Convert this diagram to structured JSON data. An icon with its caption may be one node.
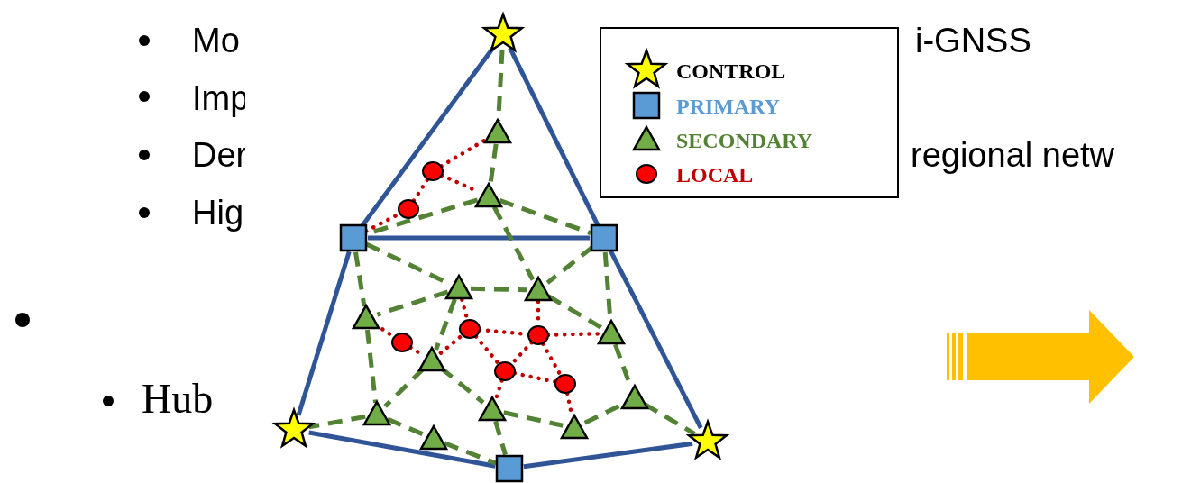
{
  "diagram": {
    "nodes": [
      {
        "text": [],
        "shape": "star"
      },
      {
        "text": [],
        "shape": "triangle"
      },
      {
        "text": [],
        "shape": "circle"
      },
      {
        "text": [],
        "shape": "triangle"
      },
      {
        "text": [],
        "shape": "circle"
      },
      {
        "text": [],
        "shape": "box"
      },
      {
        "text": [],
        "shape": "box"
      },
      {
        "text": [],
        "shape": "triangle"
      },
      {
        "text": [],
        "shape": "triangle"
      },
      {
        "text": [],
        "shape": "triangle"
      },
      {
        "text": [],
        "shape": "circle"
      },
      {
        "text": [],
        "shape": "triangle"
      },
      {
        "text": [],
        "shape": "circle"
      },
      {
        "text": [],
        "shape": "circle"
      },
      {
        "text": [],
        "shape": "triangle"
      },
      {
        "text": [],
        "shape": "circle"
      },
      {
        "text": [],
        "shape": "circle"
      },
      {
        "text": [],
        "shape": "triangle"
      },
      {
        "text": [],
        "shape": "triangle"
      },
      {
        "text": [],
        "shape": "triangle"
      },
      {
        "text": [],
        "shape": "triangle"
      },
      {
        "text": [],
        "shape": "star"
      },
      {
        "text": [],
        "shape": "triangle"
      },
      {
        "text": [],
        "shape": "star"
      },
      {
        "text": [],
        "shape": "box"
      }
    ],
    "edges": [
      {
        "from": 0,
        "to": 5,
        "arrow": "none",
        "color": "#2f5597"
      },
      {
        "from": 0,
        "to": 6,
        "arrow": "none",
        "color": "#2f5597"
      },
      {
        "from": 5,
        "to": 6,
        "arrow": "none",
        "color": "#2f5597"
      },
      {
        "from": 5,
        "to": 21,
        "arrow": "none",
        "color": "#2f5597"
      },
      {
        "from": 6,
        "to": 23,
        "arrow": "none",
        "color": "#2f5597"
      },
      {
        "from": 21,
        "to": 24,
        "arrow": "none",
        "color": "#2f5597"
      },
      {
        "from": 24,
        "to": 23,
        "arrow": "none",
        "color": "#2f5597"
      },
      {
        "from": 0,
        "to": 1,
        "arrow": "none",
        "style": "dashed"
      },
      {
        "from": 1,
        "to": 3,
        "arrow": "none",
        "style": "dashed"
      },
      {
        "from": 3,
        "to": 5,
        "arrow": "none",
        "style": "dashed"
      },
      {
        "from": 3,
        "to": 6,
        "arrow": "none",
        "style": "dashed"
      },
      {
        "from": 3,
        "to": 8,
        "arrow": "none",
        "style": "dashed"
      },
      {
        "from": 5,
        "to": 7,
        "arrow": "none",
        "style": "dashed"
      },
      {
        "from": 5,
        "to": 9,
        "arrow": "none",
        "style": "dashed"
      },
      {
        "from": 6,
        "to": 8,
        "arrow": "none",
        "style": "dashed"
      },
      {
        "from": 6,
        "to": 11,
        "arrow": "none",
        "style": "dashed"
      },
      {
        "from": 7,
        "to": 8,
        "arrow": "none",
        "style": "dashed"
      },
      {
        "from": 7,
        "to": 9,
        "arrow": "none",
        "style": "dashed"
      },
      {
        "from": 7,
        "to": 14,
        "arrow": "none",
        "style": "dashed"
      },
      {
        "from": 8,
        "to": 11,
        "arrow": "none",
        "style": "dashed"
      },
      {
        "from": 9,
        "to": 19,
        "arrow": "none",
        "style": "dashed"
      },
      {
        "from": 11,
        "to": 17,
        "arrow": "none",
        "style": "dashed"
      },
      {
        "from": 14,
        "to": 19,
        "arrow": "none",
        "style": "dashed"
      },
      {
        "from": 14,
        "to": 18,
        "arrow": "none",
        "style": "dashed"
      },
      {
        "from": 19,
        "to": 21,
        "arrow": "none",
        "style": "dashed"
      },
      {
        "from": 19,
        "to": 22,
        "arrow": "none",
        "style": "dashed"
      },
      {
        "from": 22,
        "to": 24,
        "arrow": "none",
        "style": "dashed"
      },
      {
        "from": 18,
        "to": 24,
        "arrow": "none",
        "style": "dashed"
      },
      {
        "from": 18,
        "to": 20,
        "arrow": "none",
        "style": "dashed"
      },
      {
        "from": 20,
        "to": 17,
        "arrow": "none",
        "style": "dashed"
      },
      {
        "from": 17,
        "to": 23,
        "arrow": "none",
        "style": "dashed"
      },
      {
        "from": 5,
        "to": 4,
        "arrow": "none",
        "style": "dashed",
        "color": "#c00000"
      },
      {
        "from": 4,
        "to": 2,
        "arrow": "none",
        "style": "dashed",
        "color": "#c00000"
      },
      {
        "from": 2,
        "to": 1,
        "arrow": "none",
        "style": "dashed",
        "color": "#c00000"
      },
      {
        "from": 2,
        "to": 3,
        "arrow": "none",
        "style": "dashed",
        "color": "#c00000"
      },
      {
        "from": 9,
        "to": 13,
        "arrow": "none",
        "style": "dashed",
        "color": "#c00000"
      },
      {
        "from": 13,
        "to": 14,
        "arrow": "none",
        "style": "dashed",
        "color": "#c00000"
      },
      {
        "from": 14,
        "to": 10,
        "arrow": "none",
        "style": "dashed",
        "color": "#c00000"
      },
      {
        "from": 7,
        "to": 10,
        "arrow": "none",
        "style": "dashed",
        "color": "#c00000"
      },
      {
        "from": 10,
        "to": 12,
        "arrow": "none",
        "style": "dashed",
        "color": "#c00000"
      },
      {
        "from": 10,
        "to": 15,
        "arrow": "none",
        "style": "dashed",
        "color": "#c00000"
      },
      {
        "from": 8,
        "to": 12,
        "arrow": "none",
        "style": "dashed",
        "color": "#c00000"
      },
      {
        "from": 12,
        "to": 11,
        "arrow": "none",
        "style": "dashed",
        "color": "#c00000"
      },
      {
        "from": 12,
        "to": 15,
        "arrow": "none",
        "style": "dashed",
        "color": "#c00000"
      },
      {
        "from": 12,
        "to": 16,
        "arrow": "none",
        "style": "dashed",
        "color": "#c00000"
      },
      {
        "from": 15,
        "to": 16,
        "arrow": "none",
        "style": "dashed",
        "color": "#c00000"
      },
      {
        "from": 15,
        "to": 18,
        "arrow": "none",
        "style": "dashed",
        "color": "#c00000"
      },
      {
        "from": 16,
        "to": 20,
        "arrow": "none",
        "style": "dashed",
        "color": "#c00000"
      }
    ],
    "labels": [
      "Mo",
      "i-GNSS",
      "Imp",
      "Der",
      "regional netw",
      "Hig",
      "Hub"
    ],
    "legend": [
      {
        "text": "CONTROL"
      },
      {
        "text": "PRIMARY"
      },
      {
        "text": "SECONDARY"
      },
      {
        "text": "LOCAL"
      }
    ]
  }
}
